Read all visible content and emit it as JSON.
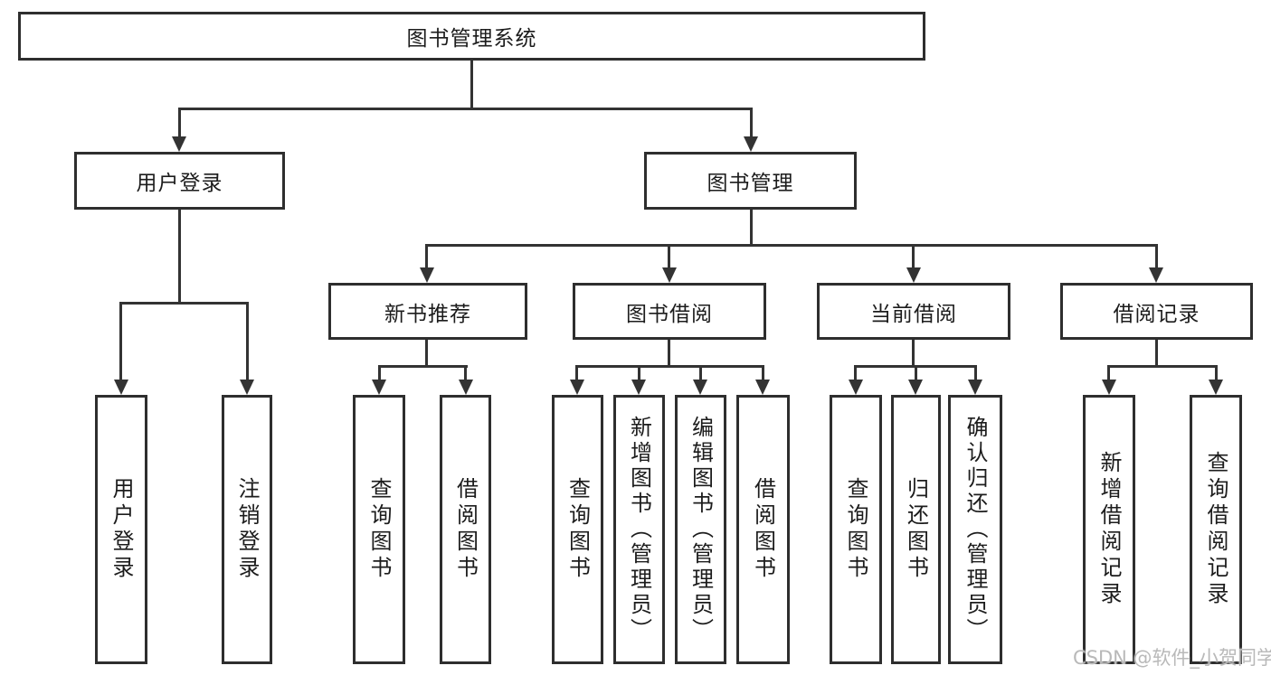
{
  "tree": {
    "root": "图书管理系统",
    "user_login": {
      "label": "用户登录",
      "leaves": [
        "用户登录",
        "注销登录"
      ]
    },
    "book_mgmt": {
      "label": "图书管理",
      "groups": [
        {
          "label": "新书推荐",
          "leaves": [
            "查询图书",
            "借阅图书"
          ]
        },
        {
          "label": "图书借阅",
          "leaves": [
            "查询图书",
            "新增图书（管理员）",
            "编辑图书（管理员）",
            "借阅图书"
          ]
        },
        {
          "label": "当前借阅",
          "leaves": [
            "查询图书",
            "归还图书",
            "确认归还（管理员）"
          ]
        },
        {
          "label": "借阅记录",
          "leaves": [
            "新增借阅记录",
            "查询借阅记录"
          ]
        }
      ]
    }
  },
  "watermark": "CSDN @软件_小贺同学",
  "colors": {
    "line": "#333333",
    "box_border": "#2e2e2e",
    "box_background": "#ffffff",
    "text": "#1c1c1c",
    "watermark": "#b9b9b9",
    "page_background": "#ffffff"
  }
}
